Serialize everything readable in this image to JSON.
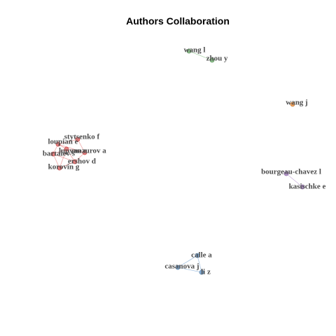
{
  "title": "Authors Collaboration",
  "colors": {
    "red_cluster": "#e88080",
    "red_stroke": "#c04a4a",
    "green_cluster": "#8fc48f",
    "green_stroke": "#5c8f5c",
    "orange_cluster": "#f2a35e",
    "orange_stroke": "#c07a3a",
    "purple_cluster": "#b99ad0",
    "purple_stroke": "#8a6aa3",
    "blue_cluster": "#86aed6",
    "blue_stroke": "#5a82aa"
  },
  "nodes": [
    {
      "id": "wang-l",
      "label": "wang l",
      "group": "green"
    },
    {
      "id": "zhou-y",
      "label": "zhou y",
      "group": "green"
    },
    {
      "id": "wang-j",
      "label": "wang j",
      "group": "orange"
    },
    {
      "id": "stytsenko-f",
      "label": "stytsenko f",
      "group": "red"
    },
    {
      "id": "loupian-e",
      "label": "loupian e",
      "group": "red"
    },
    {
      "id": "lupyan-e",
      "label": "lupyan e",
      "group": "red"
    },
    {
      "id": "mazurov-a",
      "label": "mazurov a",
      "group": "red"
    },
    {
      "id": "bartalev-s",
      "label": "bartalev s",
      "group": "red"
    },
    {
      "id": "ershov-d",
      "label": "ershov d",
      "group": "red"
    },
    {
      "id": "korovin-g",
      "label": "korovin g",
      "group": "red"
    },
    {
      "id": "bourgeau-chavez-l",
      "label": "bourgeau-chavez l",
      "group": "purple"
    },
    {
      "id": "kasischke-e",
      "label": "kasischke e",
      "group": "purple"
    },
    {
      "id": "calle-a",
      "label": "calle a",
      "group": "blue"
    },
    {
      "id": "casanova-j",
      "label": "casanova j",
      "group": "blue"
    },
    {
      "id": "li-z",
      "label": "li z",
      "group": "blue"
    }
  ],
  "edges": [
    [
      "wang-l",
      "zhou-y"
    ],
    [
      "bourgeau-chavez-l",
      "kasischke-e"
    ],
    [
      "calle-a",
      "casanova-j"
    ],
    [
      "calle-a",
      "li-z"
    ],
    [
      "casanova-j",
      "li-z"
    ],
    [
      "stytsenko-f",
      "loupian-e"
    ],
    [
      "stytsenko-f",
      "mazurov-a"
    ],
    [
      "loupian-e",
      "lupyan-e"
    ],
    [
      "loupian-e",
      "bartalev-s"
    ],
    [
      "loupian-e",
      "mazurov-a"
    ],
    [
      "lupyan-e",
      "mazurov-a"
    ],
    [
      "lupyan-e",
      "bartalev-s"
    ],
    [
      "lupyan-e",
      "ershov-d"
    ],
    [
      "bartalev-s",
      "ershov-d"
    ],
    [
      "bartalev-s",
      "korovin-g"
    ],
    [
      "ershov-d",
      "korovin-g"
    ],
    [
      "mazurov-a",
      "ershov-d"
    ],
    [
      "korovin-g",
      "lupyan-e"
    ]
  ]
}
